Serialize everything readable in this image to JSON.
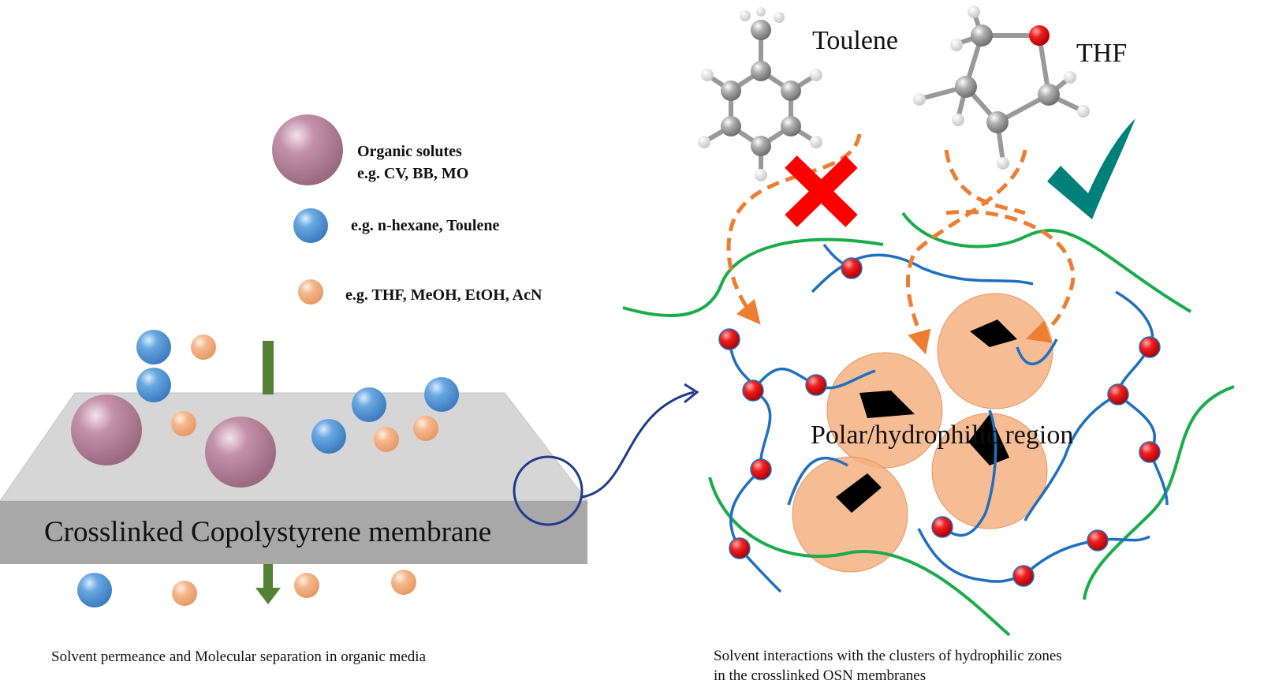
{
  "legend": {
    "solutes_line1": "Organic solutes",
    "solutes_line2": "e.g. CV, BB, MO",
    "nonpolar": "e.g. n-hexane, Toulene",
    "polar": "e.g. THF, MeOH, EtOH, AcN"
  },
  "membrane_label": "Crosslinked Copolystyrene membrane",
  "left_caption": "Solvent permeance and Molecular separation in organic media",
  "right_caption_line1": "Solvent interactions with the clusters of hydrophilic zones",
  "right_caption_line2": "in the crosslinked OSN membranes",
  "molecules": {
    "toluene": "Toulene",
    "thf": "THF"
  },
  "region_label": "Polar/hydrophilic region",
  "icons": {
    "reject": "red-cross-icon",
    "accept": "teal-check-icon"
  },
  "colors": {
    "solute": "#b07f95",
    "nonpolar_solvent": "#5b9bd5",
    "polar_solvent": "#f4b183",
    "membrane_top": "#d6d6d6",
    "membrane_front": "#a6a6a6",
    "flow_arrow": "#548235",
    "polymer_green": "#1aab4b",
    "polymer_blue": "#1f6fc1",
    "crosslink_red": "#e8000b",
    "path_orange": "#ed7d31",
    "hydrophilic_cluster": "#f4b183",
    "reject": "#ff0000",
    "accept": "#00807a",
    "callout": "#1f3b8c"
  }
}
